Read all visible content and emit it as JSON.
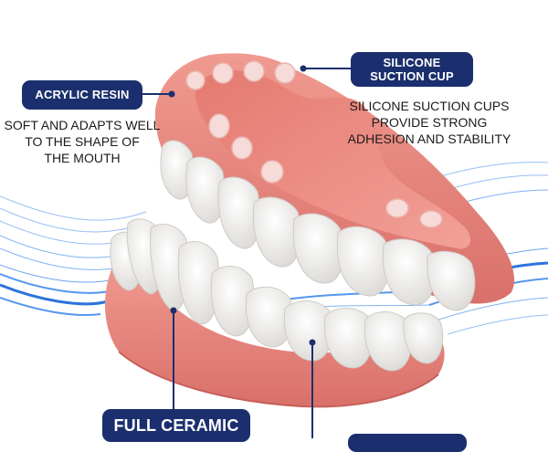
{
  "labels": {
    "acrylic": "ACRYLIC RESIN",
    "silicone_line1": "SILICONE",
    "silicone_line2": "SUCTION CUP",
    "ceramic": "FULL CERAMIC"
  },
  "descriptions": {
    "acrylic_line1": "SOFT AND ADAPTS WELL",
    "acrylic_line2": "TO THE SHAPE OF",
    "acrylic_line3": "THE MOUTH",
    "silicone_line1": "SILICONE SUCTION CUPS",
    "silicone_line2": "PROVIDE STRONG",
    "silicone_line3": "ADHESION AND STABILITY"
  },
  "colors": {
    "label_bg": "#1b2f6e",
    "gum": "#e8837a",
    "gum_dark": "#cf6a63",
    "teeth": "#f7f7f5",
    "wave": "#1e6fd9"
  }
}
